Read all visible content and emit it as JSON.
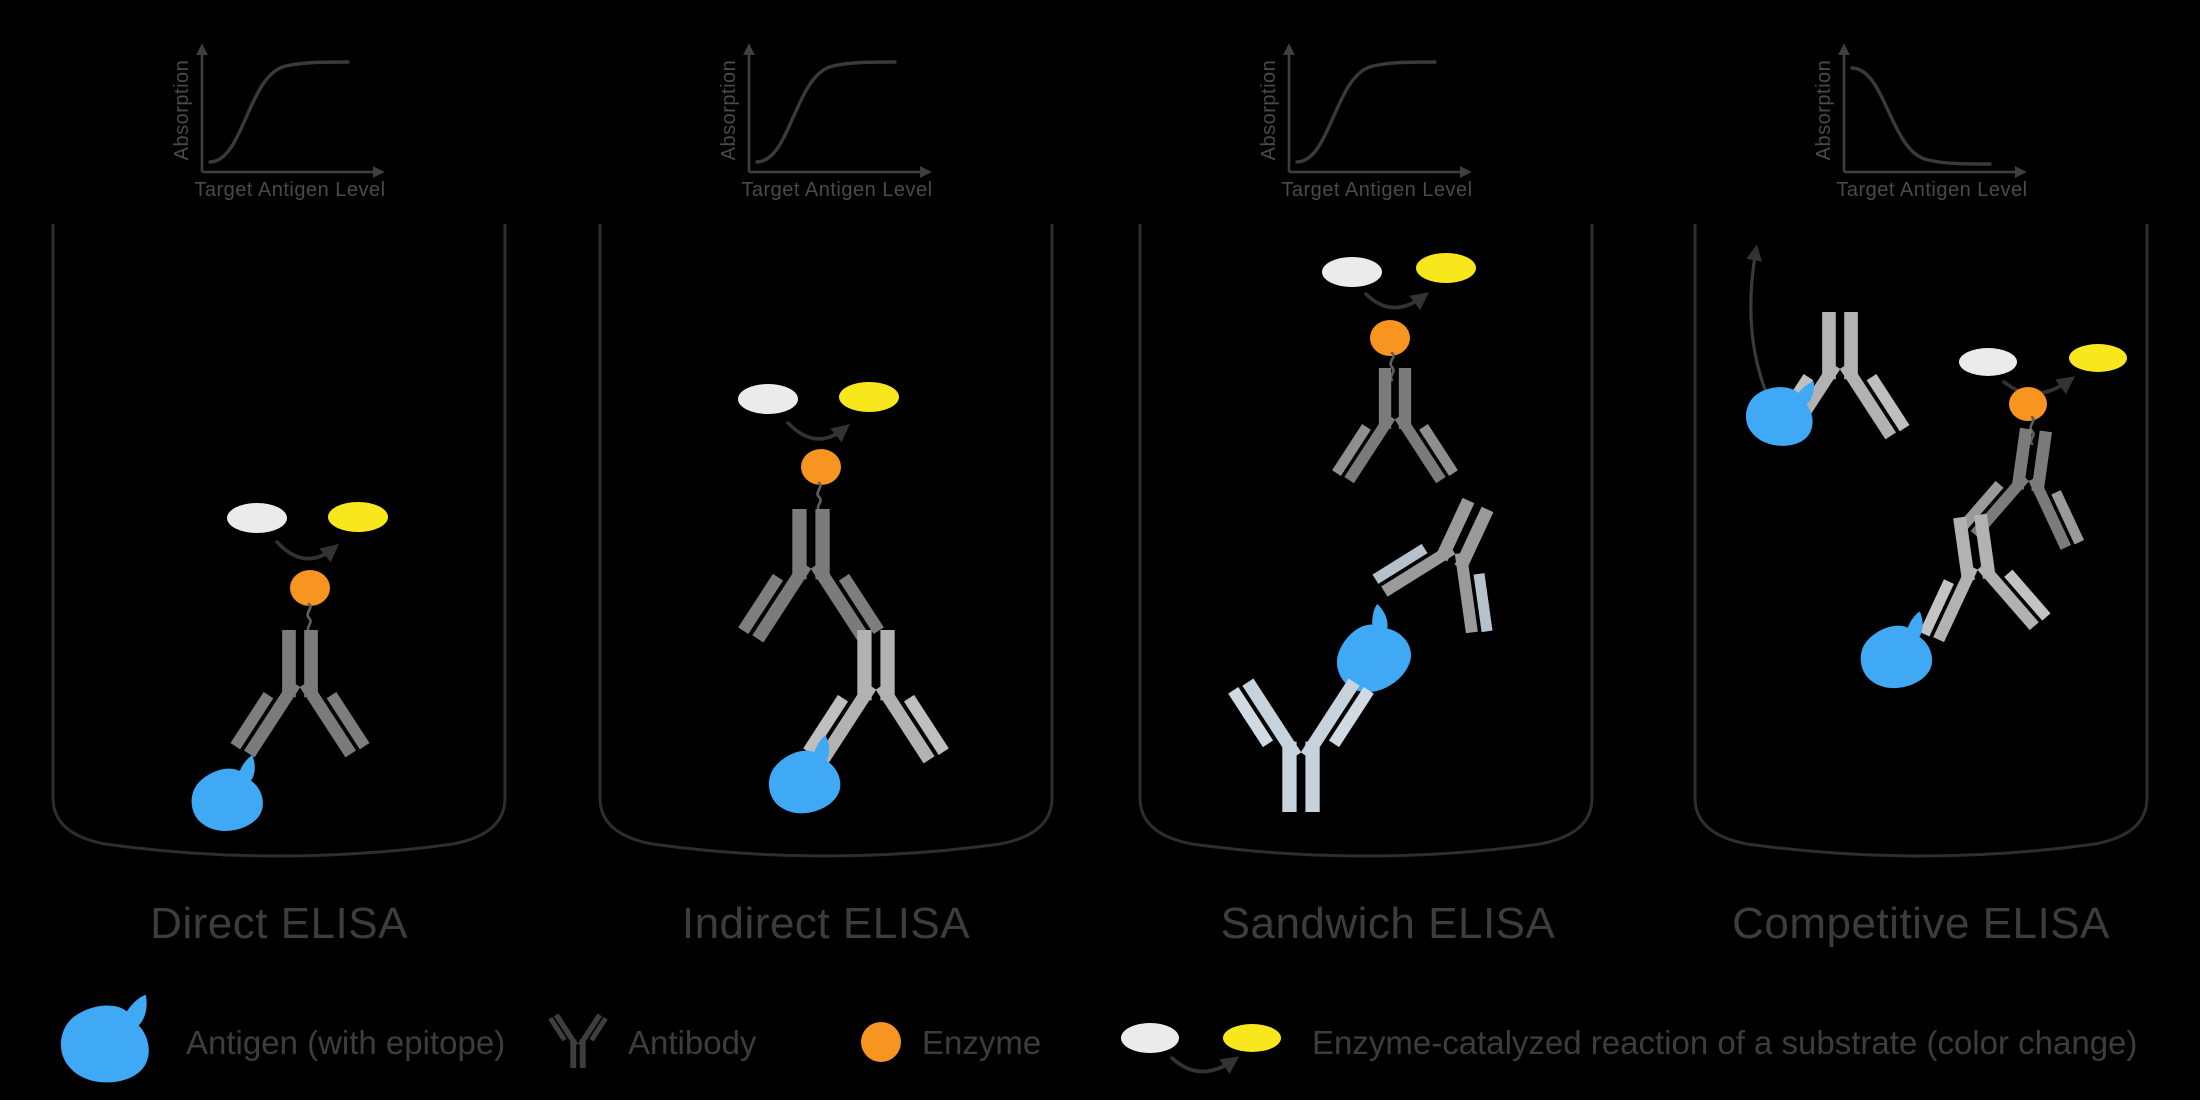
{
  "panels": [
    {
      "title": "Direct ELISA",
      "graph": {
        "ylabel": "Absorption",
        "xlabel": "Target Antigen Level",
        "trend": "increasing sigmoid"
      }
    },
    {
      "title": "Indirect ELISA",
      "graph": {
        "ylabel": "Absorption",
        "xlabel": "Target Antigen Level",
        "trend": "increasing sigmoid"
      }
    },
    {
      "title": "Sandwich ELISA",
      "graph": {
        "ylabel": "Absorption",
        "xlabel": "Target Antigen Level",
        "trend": "increasing sigmoid"
      }
    },
    {
      "title": "Competitive ELISA",
      "graph": {
        "ylabel": "Absorption",
        "xlabel": "Target Antigen Level",
        "trend": "decreasing sigmoid"
      }
    }
  ],
  "legend": {
    "items": [
      {
        "icon": "antigen-icon",
        "label": "Antigen (with epitope)"
      },
      {
        "icon": "antibody-icon",
        "label": "Antibody"
      },
      {
        "icon": "enzyme-icon",
        "label": "Enzyme"
      },
      {
        "icon": "substrate-product-icon",
        "label": "Enzyme-catalyzed reaction of a substrate (color change)"
      }
    ]
  },
  "colors": {
    "background": "#000000",
    "antigen": "#3fa9f5",
    "enzyme": "#f89420",
    "substrate": "#ebebeb",
    "product": "#f8e71c",
    "antibody_dark": "#7b7b7b",
    "antibody_light": "#b2b2b2",
    "antibody_capture": "#c6d2dc",
    "well_line": "#2e2e2e",
    "arrow": "#333333",
    "text": "#3d3d3d"
  },
  "chart_data": [
    {
      "type": "line",
      "title": "Direct ELISA response",
      "xlabel": "Target Antigen Level",
      "ylabel": "Absorption",
      "x": [
        0,
        0.2,
        0.4,
        0.5,
        0.6,
        0.8,
        1
      ],
      "y": [
        0.05,
        0.08,
        0.3,
        0.55,
        0.8,
        0.97,
        1
      ],
      "grid": false,
      "legend_position": "none"
    },
    {
      "type": "line",
      "title": "Indirect ELISA response",
      "xlabel": "Target Antigen Level",
      "ylabel": "Absorption",
      "x": [
        0,
        0.2,
        0.4,
        0.5,
        0.6,
        0.8,
        1
      ],
      "y": [
        0.05,
        0.08,
        0.3,
        0.55,
        0.8,
        0.97,
        1
      ],
      "grid": false,
      "legend_position": "none"
    },
    {
      "type": "line",
      "title": "Sandwich ELISA response",
      "xlabel": "Target Antigen Level",
      "ylabel": "Absorption",
      "x": [
        0,
        0.2,
        0.4,
        0.5,
        0.6,
        0.8,
        1
      ],
      "y": [
        0.05,
        0.08,
        0.3,
        0.55,
        0.8,
        0.97,
        1
      ],
      "grid": false,
      "legend_position": "none"
    },
    {
      "type": "line",
      "title": "Competitive ELISA response",
      "xlabel": "Target Antigen Level",
      "ylabel": "Absorption",
      "x": [
        0,
        0.2,
        0.4,
        0.5,
        0.6,
        0.8,
        1
      ],
      "y": [
        1,
        0.97,
        0.8,
        0.55,
        0.3,
        0.08,
        0.05
      ],
      "grid": false,
      "legend_position": "none"
    }
  ]
}
